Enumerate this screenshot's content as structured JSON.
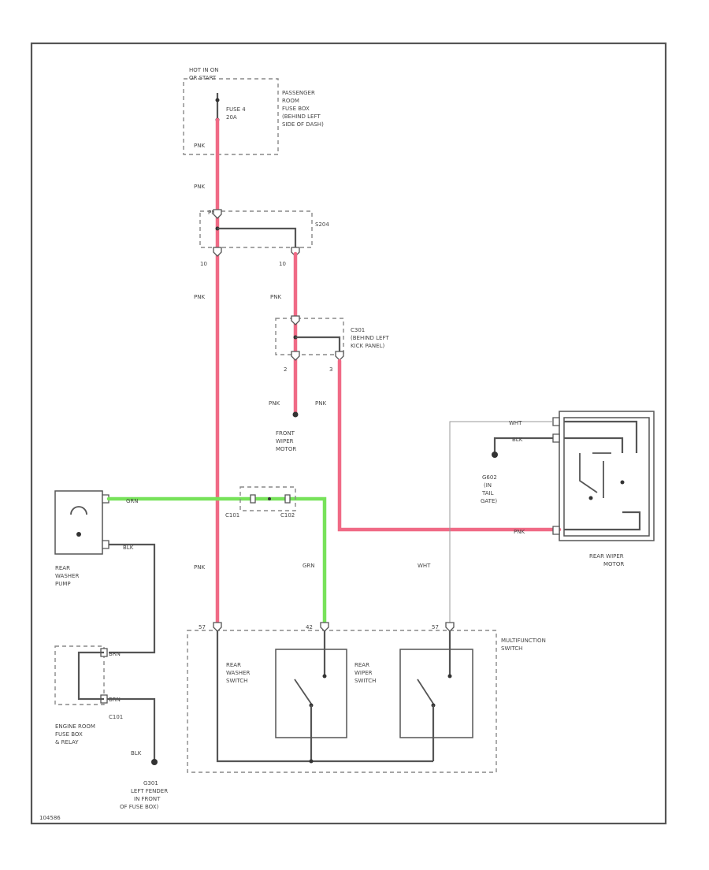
{
  "labels": {
    "hot": [
      "HOT IN ON",
      "OR START"
    ],
    "fuse": [
      "FUSE 4",
      "20A"
    ],
    "pass_box": [
      "PASSENGER",
      "ROOM",
      "FUSE BOX",
      "(BEHIND LEFT",
      "SIDE OF DASH)"
    ],
    "s204": "S204",
    "c301": [
      "C301",
      "(BEHIND LEFT",
      "KICK PANEL)"
    ],
    "front_motor": [
      "FRONT",
      "WIPER",
      "MOTOR"
    ],
    "rear_washer_pump": [
      "REAR",
      "WASHER",
      "PUMP"
    ],
    "c101": "C101",
    "c102": "C102",
    "g602": [
      "G602",
      "(IN",
      "TAIL",
      "GATE)"
    ],
    "rear_wiper_motor": [
      "REAR WIPER",
      "MOTOR"
    ],
    "multifunction": [
      "MULTIFUNCTION",
      "SWITCH"
    ],
    "rear_washer_switch": [
      "REAR",
      "WASHER",
      "SWITCH"
    ],
    "rear_wiper_switch": [
      "REAR",
      "WIPER",
      "SWITCH"
    ],
    "c101b": "C101",
    "engine_box": [
      "ENGINE ROOM",
      "FUSE BOX",
      "& RELAY"
    ],
    "g301": [
      "G301",
      "LEFT FENDER",
      "IN FRONT",
      "OF FUSE BOX)"
    ],
    "footer_id": "104586"
  },
  "wires": {
    "pnk": "PNK",
    "grn": "GRN",
    "blk": "BLK",
    "wht": "WHT",
    "brn": "BRN"
  },
  "pins": {
    "p10a": "10",
    "p10b": "10",
    "p2": "2",
    "p3": "3",
    "p57a": "57",
    "p42": "42",
    "p57b": "57"
  },
  "colors": {
    "power_wire": "#f06a86",
    "ground_wire": "#77e25a"
  }
}
